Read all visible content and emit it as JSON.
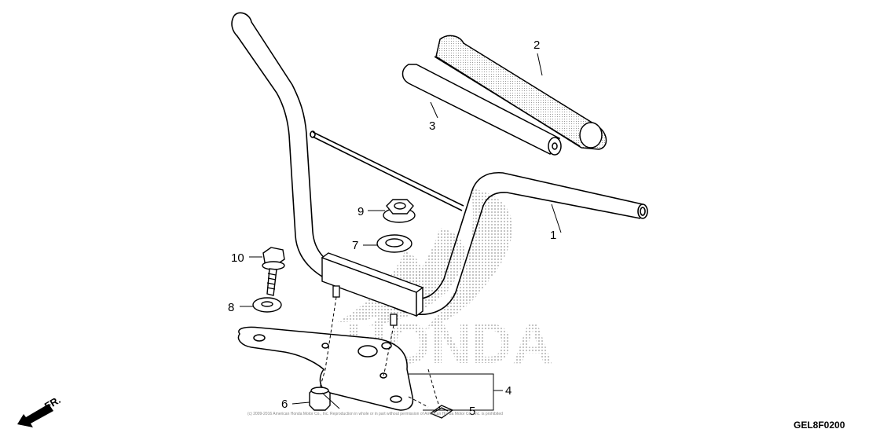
{
  "diagram": {
    "code": "GEL8F0200",
    "direction": "FR.",
    "copyright": "(c) 2009-2016 American Honda Motor Co., Inc. Reproduction in whole or in part without permission of American Honda Motor Co., Inc. is prohibited",
    "callouts": [
      {
        "id": "1",
        "label": "1"
      },
      {
        "id": "2",
        "label": "2"
      },
      {
        "id": "3",
        "label": "3"
      },
      {
        "id": "4",
        "label": "4"
      },
      {
        "id": "5",
        "label": "5"
      },
      {
        "id": "6",
        "label": "6"
      },
      {
        "id": "7",
        "label": "7"
      },
      {
        "id": "8",
        "label": "8"
      },
      {
        "id": "9",
        "label": "9"
      },
      {
        "id": "10",
        "label": "10"
      }
    ],
    "watermark": "HONDA"
  }
}
